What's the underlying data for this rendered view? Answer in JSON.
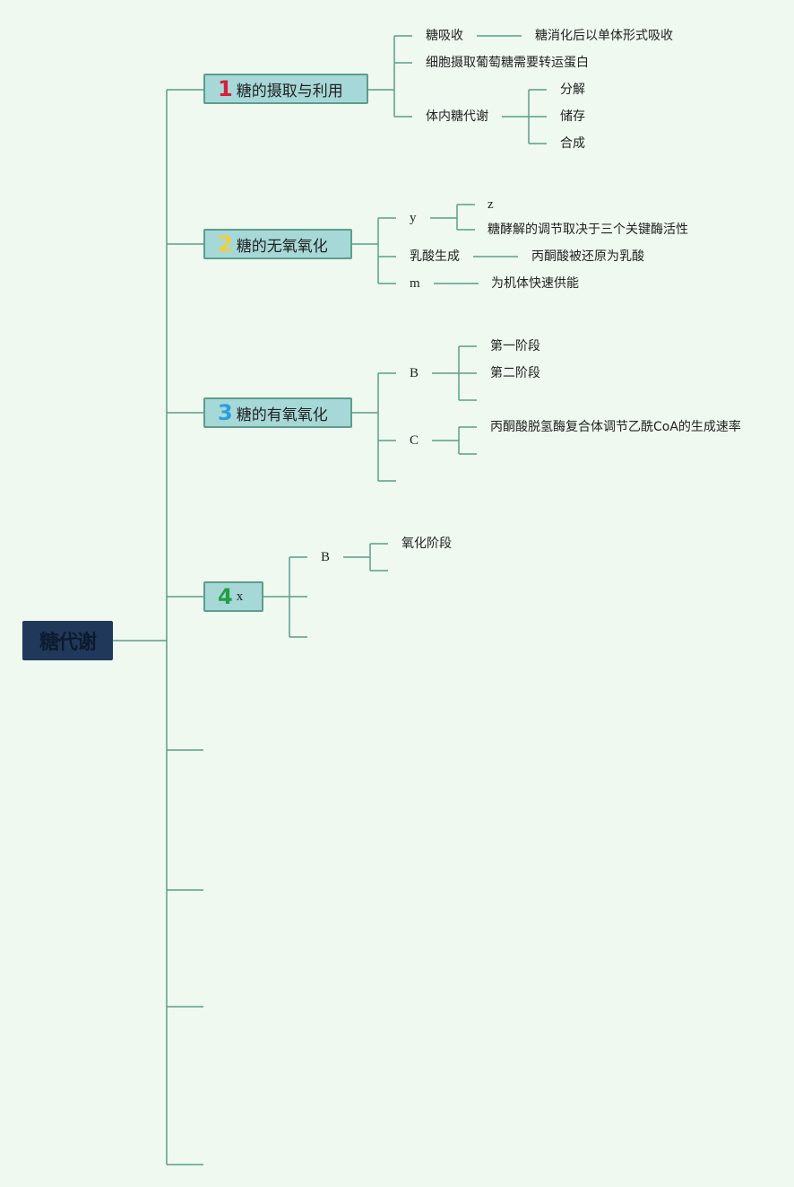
{
  "root": {
    "label": "糖代谢"
  },
  "colors": {
    "background": "#eff9ef",
    "root_fill": "#20385a",
    "topic_fill": "#a6d8d7",
    "topic_border": "#5b9e8c",
    "line": "#5b9e8c"
  },
  "topics": [
    {
      "number": "1",
      "number_color": "#d4213a",
      "label": "糖的摄取与利用",
      "children": [
        {
          "label": "糖吸收",
          "detail": "糖消化后以单体形式吸收"
        },
        {
          "label": "细胞摄取葡萄糖需要转运蛋白"
        },
        {
          "label": "体内糖代谢",
          "items": [
            "分解",
            "储存",
            "合成"
          ]
        }
      ]
    },
    {
      "number": "2",
      "number_color": "#f2cd3c",
      "label": "糖的无氧氧化",
      "children": [
        {
          "label": "y",
          "items": [
            "z",
            "糖酵解的调节取决于三个关键酶活性"
          ]
        },
        {
          "label": "乳酸生成",
          "detail": "丙酮酸被还原为乳酸"
        },
        {
          "label": "m",
          "detail": "为机体快速供能"
        }
      ]
    },
    {
      "number": "3",
      "number_color": "#2b9ee0",
      "label": "糖的有氧氧化",
      "children": [
        {
          "label": "B",
          "items": [
            "第一阶段",
            "第二阶段"
          ]
        },
        {
          "label": "C",
          "items": [
            "丙酮酸脱氢酶复合体调节乙酰CoA的生成速率"
          ]
        }
      ]
    },
    {
      "number": "4",
      "number_color": "#22a045",
      "label": "x",
      "children": [
        {
          "label": "B",
          "items": [
            "氧化阶段"
          ]
        }
      ]
    }
  ]
}
